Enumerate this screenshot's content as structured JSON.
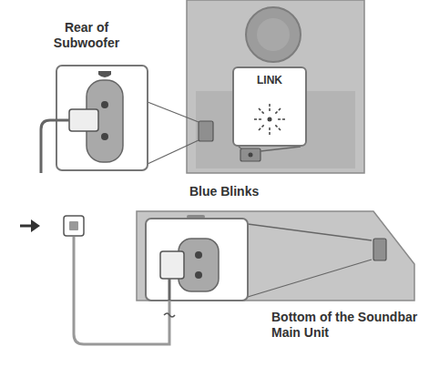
{
  "diagram": {
    "nodes": [
      {
        "text": [
          "LINK"
        ]
      }
    ],
    "labels": [
      "Rear of Subwoofer",
      "Blue Blinks",
      "Bottom of the Soundbar Main Unit"
    ]
  }
}
